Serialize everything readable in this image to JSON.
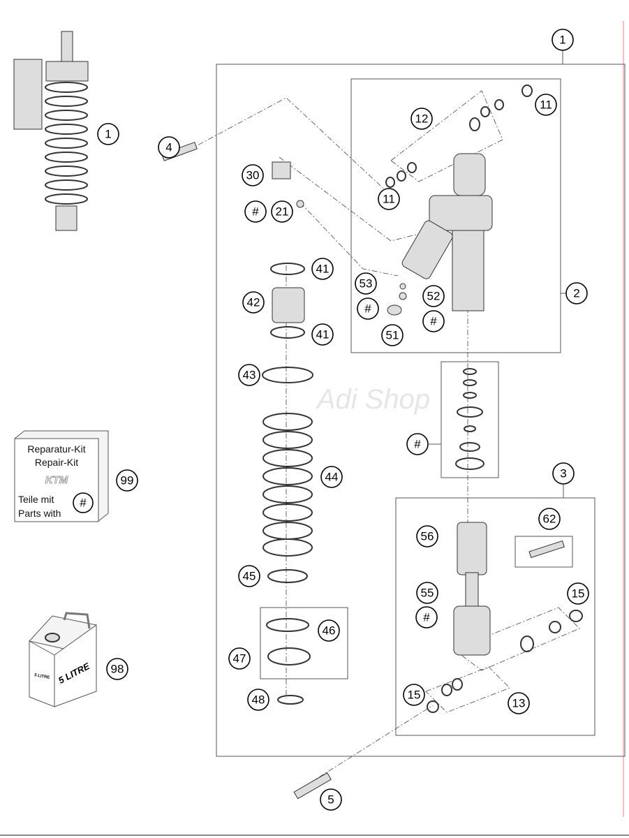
{
  "callouts": {
    "assembly_overview": "1",
    "assembly_top": "1",
    "screw_top": "4",
    "adjuster": "30",
    "hash_21": "#",
    "part_21": "21",
    "ring_41_top": "41",
    "part_42": "42",
    "ring_41_bottom": "41",
    "part_43": "43",
    "spring": "44",
    "part_45": "45",
    "part_46": "46",
    "part_47": "47",
    "part_48": "48",
    "screw_bottom": "5",
    "part_12": "12",
    "part_11_right": "11",
    "part_11_left": "11",
    "part_53": "53",
    "part_52": "52",
    "hash_53": "#",
    "hash_52": "#",
    "part_51": "51",
    "group_2": "2",
    "hash_seal_kit": "#",
    "group_3": "3",
    "part_62": "62",
    "part_56": "56",
    "part_55": "55",
    "hash_55": "#",
    "part_15_right": "15",
    "part_15_left": "15",
    "part_13": "13",
    "repair_kit": "99",
    "oil_can": "98"
  },
  "repair_kit_box": {
    "line1": "Reparatur-Kit",
    "line2": "Repair-Kit",
    "logo": "KTM",
    "line3": "Teile mit",
    "line4": "Parts with",
    "symbol": "#"
  },
  "oil_can": {
    "label_front": "5 LITRE",
    "label_side": "5 LITRE"
  },
  "watermark": "Adi Shop",
  "colors": {
    "margin_line": "#f08080",
    "frame": "#555555"
  }
}
